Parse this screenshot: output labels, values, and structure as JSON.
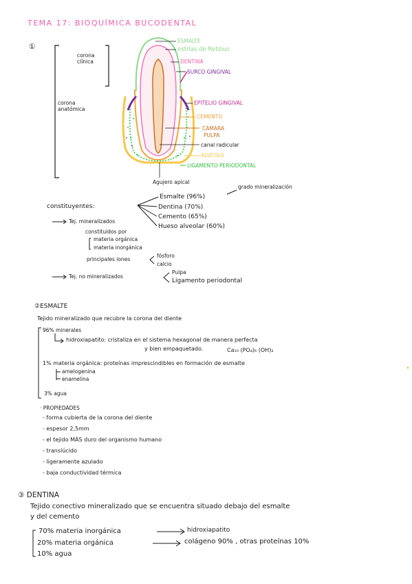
{
  "title": "TEMA 17: BIOQUÍMICA BUCODENTAL",
  "colors": {
    "title": "#f25fae",
    "esmalte": "#8dd68b",
    "dentina": "#f25fae",
    "purple": "#7a2d9c",
    "epitelio": "#c12b8f",
    "cemento": "#f0a23c",
    "camara": "#c8701f",
    "alveolo": "#f5c74a",
    "ligamento": "#2fbf3f",
    "ink": "#1a1a1a"
  },
  "s1": {
    "num": "①",
    "corona_clinica": [
      "corona",
      "clínica"
    ],
    "corona_anatomica": [
      "corona",
      "anatómica"
    ],
    "labels": {
      "esmalte": "ESMALTE",
      "rotzius": "estrías de Retzius",
      "dentina": "DENTINA",
      "surco": "SURCO GINGIVAL",
      "epitelio": "EPITELIO GINGIVAL",
      "cemento": "CEMENTO",
      "camara": [
        "CÁMARA",
        "PULPA"
      ],
      "canal": "canal radicular",
      "alveolo": "ALVEOLO",
      "ligamento": "LIGAMENTO PERIODONTAL",
      "agujero": "Agujero apical"
    },
    "constituyentes": "constituyentes:",
    "grado": "grado mineralización",
    "mineralizados": "Tej. mineralizados",
    "min_list": [
      "Esmalte (96%)",
      "Dentina (70%)",
      "Cemento (65%)",
      "Hueso alveolar (60%)"
    ],
    "constituidos": "constituidos por",
    "materia": [
      "materia orgánica",
      "materia inorgánica"
    ],
    "iones_label": "principales iones",
    "iones": [
      "fósforo",
      "calcio"
    ],
    "no_min": "Tej. no mineralizados",
    "no_min_list": [
      "Pulpa",
      "Ligamento periodontal"
    ]
  },
  "s2": {
    "heading": "②ESMALTE",
    "def": "Tejido mineralizado que recubre la corona del diente",
    "c96": "96% minerales",
    "hidroxi": "hidroxiapatito: cristaliza en el sistema hexagonal de manera perfecta",
    "hidroxi2": "y bien empaquetado.",
    "formula": "Ca₁₀ (PO₄)₆ (OH)₂",
    "c1": "1% materia orgánica: proteínas imprescindibles en formación de esmalte",
    "proteins": [
      "amelogenina",
      "enamelina"
    ],
    "c3": "3% agua",
    "prop_title": "· PROPIEDADES",
    "props": [
      "- forma cubierta de la corona del diente",
      "- espesor 2,5mm",
      "- el tejido MÁS duro del organismo humano",
      "- translúcido",
      "- ligeramente azulado",
      "- baja conductividad térmica"
    ]
  },
  "s3": {
    "heading": "③ DENTINA",
    "def1": "Tejido conectivo mineralizado que se encuentra situado debajo del esmalte",
    "def2": "y del cemento",
    "rows": [
      {
        "pct": "70% materia inorgánica",
        "res": "hidroxiapatito"
      },
      {
        "pct": "20% materia orgánica",
        "res": "colágeno 90% , otras proteínas 10%"
      },
      {
        "pct": "10% agua",
        "res": ""
      }
    ]
  }
}
